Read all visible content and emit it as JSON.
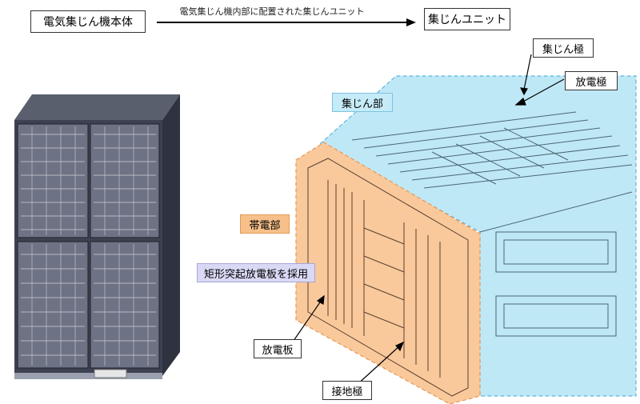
{
  "header": {
    "left_title": "電気集じん機本体",
    "arrow_caption": "電気集じん機内部に配置された集じんユニット",
    "right_title": "集じんユニット"
  },
  "labels": {
    "collecting_section": "集じん部",
    "collecting_electrode": "集じん極",
    "discharge_electrode": "放電極",
    "charging_section": "帯電部",
    "plate_note": "矩形突起放電板を採用",
    "discharge_plate": "放電板",
    "ground_electrode": "接地極"
  },
  "colors": {
    "collecting_fill": "#bfe8f7",
    "charging_fill": "#f9c99b",
    "charging_label_bg": "#f7c08a",
    "collecting_label_bg": "#c6ebf8",
    "note_bg": "#d9d9f5"
  }
}
